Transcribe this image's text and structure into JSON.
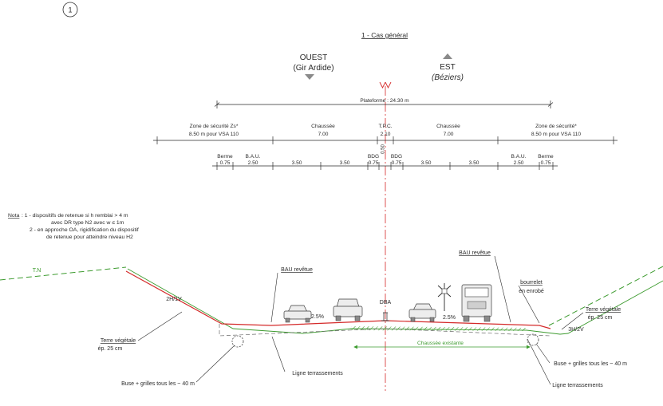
{
  "sheet_number": "1",
  "title": "1 - Cas général",
  "directions": {
    "west": {
      "name": "OUEST",
      "place": "(Gir Ardide)"
    },
    "east": {
      "name": "EST",
      "place": "(Béziers)"
    }
  },
  "platform": "Plateforme : 24.30 m",
  "zones": [
    {
      "label": "Zone de sécurité Zs*",
      "value": "8.50 m pour VSA 110"
    },
    {
      "label": "Chaussée",
      "value": "7.00"
    },
    {
      "label": "T.P.C.",
      "value": "2.10"
    },
    {
      "label": "Chaussée",
      "value": "7.00"
    },
    {
      "label": "Zone de sécurité*",
      "value": "8.50 m pour VSA 110"
    }
  ],
  "lanes": [
    {
      "label": "Berme",
      "value": "0.75"
    },
    {
      "label": "B.A.U.",
      "value": "2.50"
    },
    {
      "value": "3.50"
    },
    {
      "value": "3.50"
    },
    {
      "label": "BDG",
      "value": "0.75"
    },
    {
      "label": "BDG",
      "value": "0.75"
    },
    {
      "value": "3.50"
    },
    {
      "value": "3.50"
    },
    {
      "label": "B.A.U.",
      "value": "2.50"
    },
    {
      "label": "Berme",
      "value": "0.75"
    }
  ],
  "axis_offset": "0.50",
  "nota": {
    "heading": "Nota",
    "lines": [
      ": 1 - dispositifs de retenue si h remblai > 4 m",
      "avec DR type N2 avec w ≤ 1m",
      "2 - en approche OA, rigidification du dispositif",
      "de retenue pour atteindre niveau H2"
    ]
  },
  "profile_labels": {
    "tn": "T.N",
    "slope_left": "2H/1V",
    "slope_right": "3H/2V",
    "bau_left": "BAU revêtue",
    "bau_right": "BAU revêtue",
    "dba": "DBA",
    "crossfall_left": "2.5%",
    "crossfall_right": "2.5%",
    "bourrelet": "bourrelet",
    "bourrelet_sub": "en enrobé",
    "topsoil_left": "Terre végétale",
    "topsoil_left_sub": "ép. 25 cm",
    "topsoil_right": "Terre végétale",
    "topsoil_right_sub": "ép. 25 cm",
    "existing_road": "Chaussée existante",
    "earthworks_left": "Ligne terrassements",
    "earthworks_right": "Ligne terrassements",
    "culvert_left": "Buse + grilles tous les ~ 40 m",
    "culvert_right": "Buse + grilles tous les ~ 40 m"
  },
  "colors": {
    "axis": "#d42a2a",
    "natural_ground": "#3d9b2f",
    "ink": "#2b2b2b"
  }
}
